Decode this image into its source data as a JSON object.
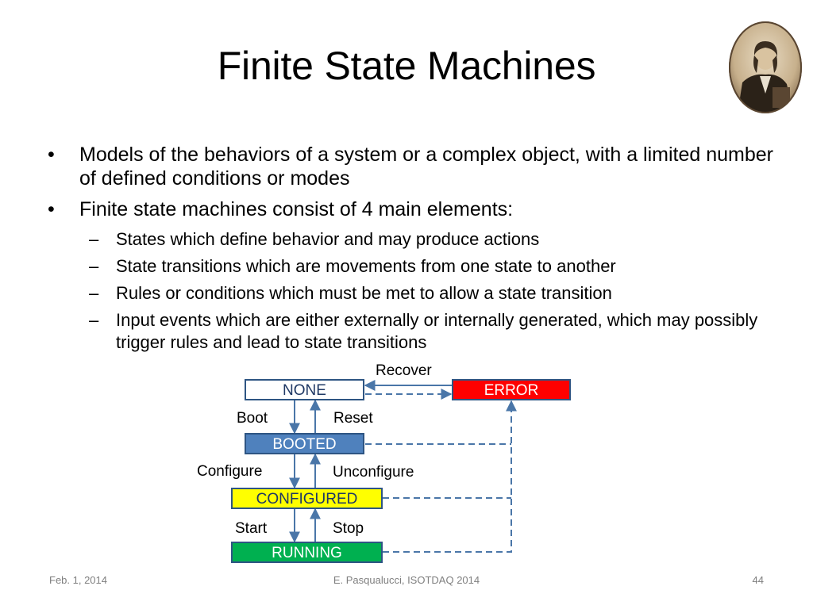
{
  "slide": {
    "title": "Finite State Machines",
    "bullets": [
      {
        "level": 1,
        "marker": "•",
        "text": "Models of the behaviors of a system or a complex object, with a limited number of defined conditions or modes"
      },
      {
        "level": 1,
        "marker": "•",
        "text": "Finite state machines consist of 4 main elements:"
      },
      {
        "level": 2,
        "marker": "–",
        "text": "States which define behavior and may produce actions"
      },
      {
        "level": 2,
        "marker": "–",
        "text": "State transitions which are movements from one state to another"
      },
      {
        "level": 2,
        "marker": "–",
        "text": "Rules or conditions which must be met to allow a state transition"
      },
      {
        "level": 2,
        "marker": "–",
        "text": "Input events which are either externally or internally generated, which may possibly trigger rules and lead to state transitions"
      }
    ]
  },
  "diagram": {
    "states": {
      "none": {
        "label": "NONE",
        "fill": "#ffffff",
        "text_color": "#1f3864",
        "border": "#2e5583"
      },
      "error": {
        "label": "ERROR",
        "fill": "#ff0000",
        "text_color": "#ffffff",
        "border": "#2e5583"
      },
      "booted": {
        "label": "BOOTED",
        "fill": "#4f81bd",
        "text_color": "#ffffff",
        "border": "#2e5583"
      },
      "configured": {
        "label": "CONFIGURED",
        "fill": "#ffff00",
        "text_color": "#1f3864",
        "border": "#2e5583"
      },
      "running": {
        "label": "RUNNING",
        "fill": "#00b050",
        "text_color": "#ffffff",
        "border": "#2e5583"
      }
    },
    "transitions": {
      "recover": "Recover",
      "boot": "Boot",
      "reset": "Reset",
      "configure": "Configure",
      "unconfigure": "Unconfigure",
      "start": "Start",
      "stop": "Stop"
    },
    "arrow_color": "#4a76a8"
  },
  "footer": {
    "date": "Feb. 1, 2014",
    "author": "E. Pasqualucci, ISOTDAQ 2014",
    "page": "44"
  }
}
